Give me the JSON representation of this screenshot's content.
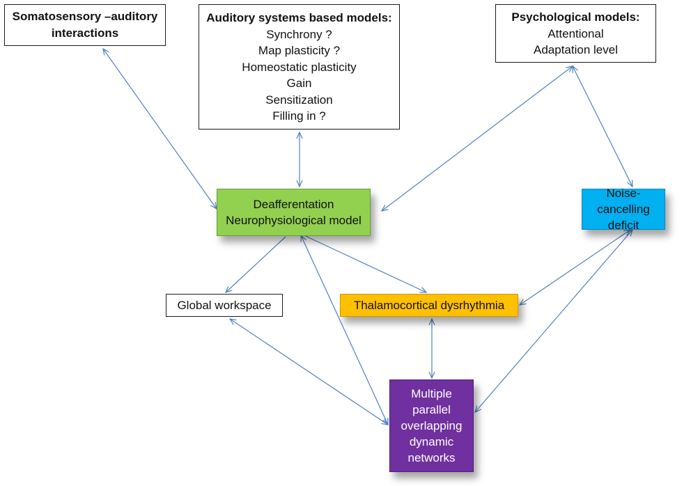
{
  "boxes": {
    "somatosensory": {
      "line1": "Somatosensory –auditory",
      "line2": "interactions"
    },
    "auditory": {
      "title": "Auditory systems based models:",
      "items": [
        "Synchrony ?",
        "Map plasticity ?",
        "Homeostatic plasticity",
        "Gain",
        "Sensitization",
        "Filling in ?"
      ]
    },
    "psychological": {
      "title": "Psychological models:",
      "items": [
        "Attentional",
        "Adaptation level"
      ]
    },
    "deafferentation": {
      "line1": "Deafferentation",
      "line2": "Neurophysiological model"
    },
    "noise_cancelling": {
      "line1": "Noise-cancelling",
      "line2": "deficit"
    },
    "global_workspace": {
      "label": "Global workspace"
    },
    "thalamocortical": {
      "label": "Thalamocortical dysrhythmia"
    },
    "multiple": {
      "lines": [
        "Multiple",
        "parallel",
        "overlapping",
        "dynamic",
        "networks"
      ]
    }
  },
  "colors": {
    "deafferentation": "#92d050",
    "noise_cancelling": "#00b0f0",
    "thalamocortical": "#ffc000",
    "multiple": "#7030a0",
    "arrow": "#4f81bd"
  }
}
